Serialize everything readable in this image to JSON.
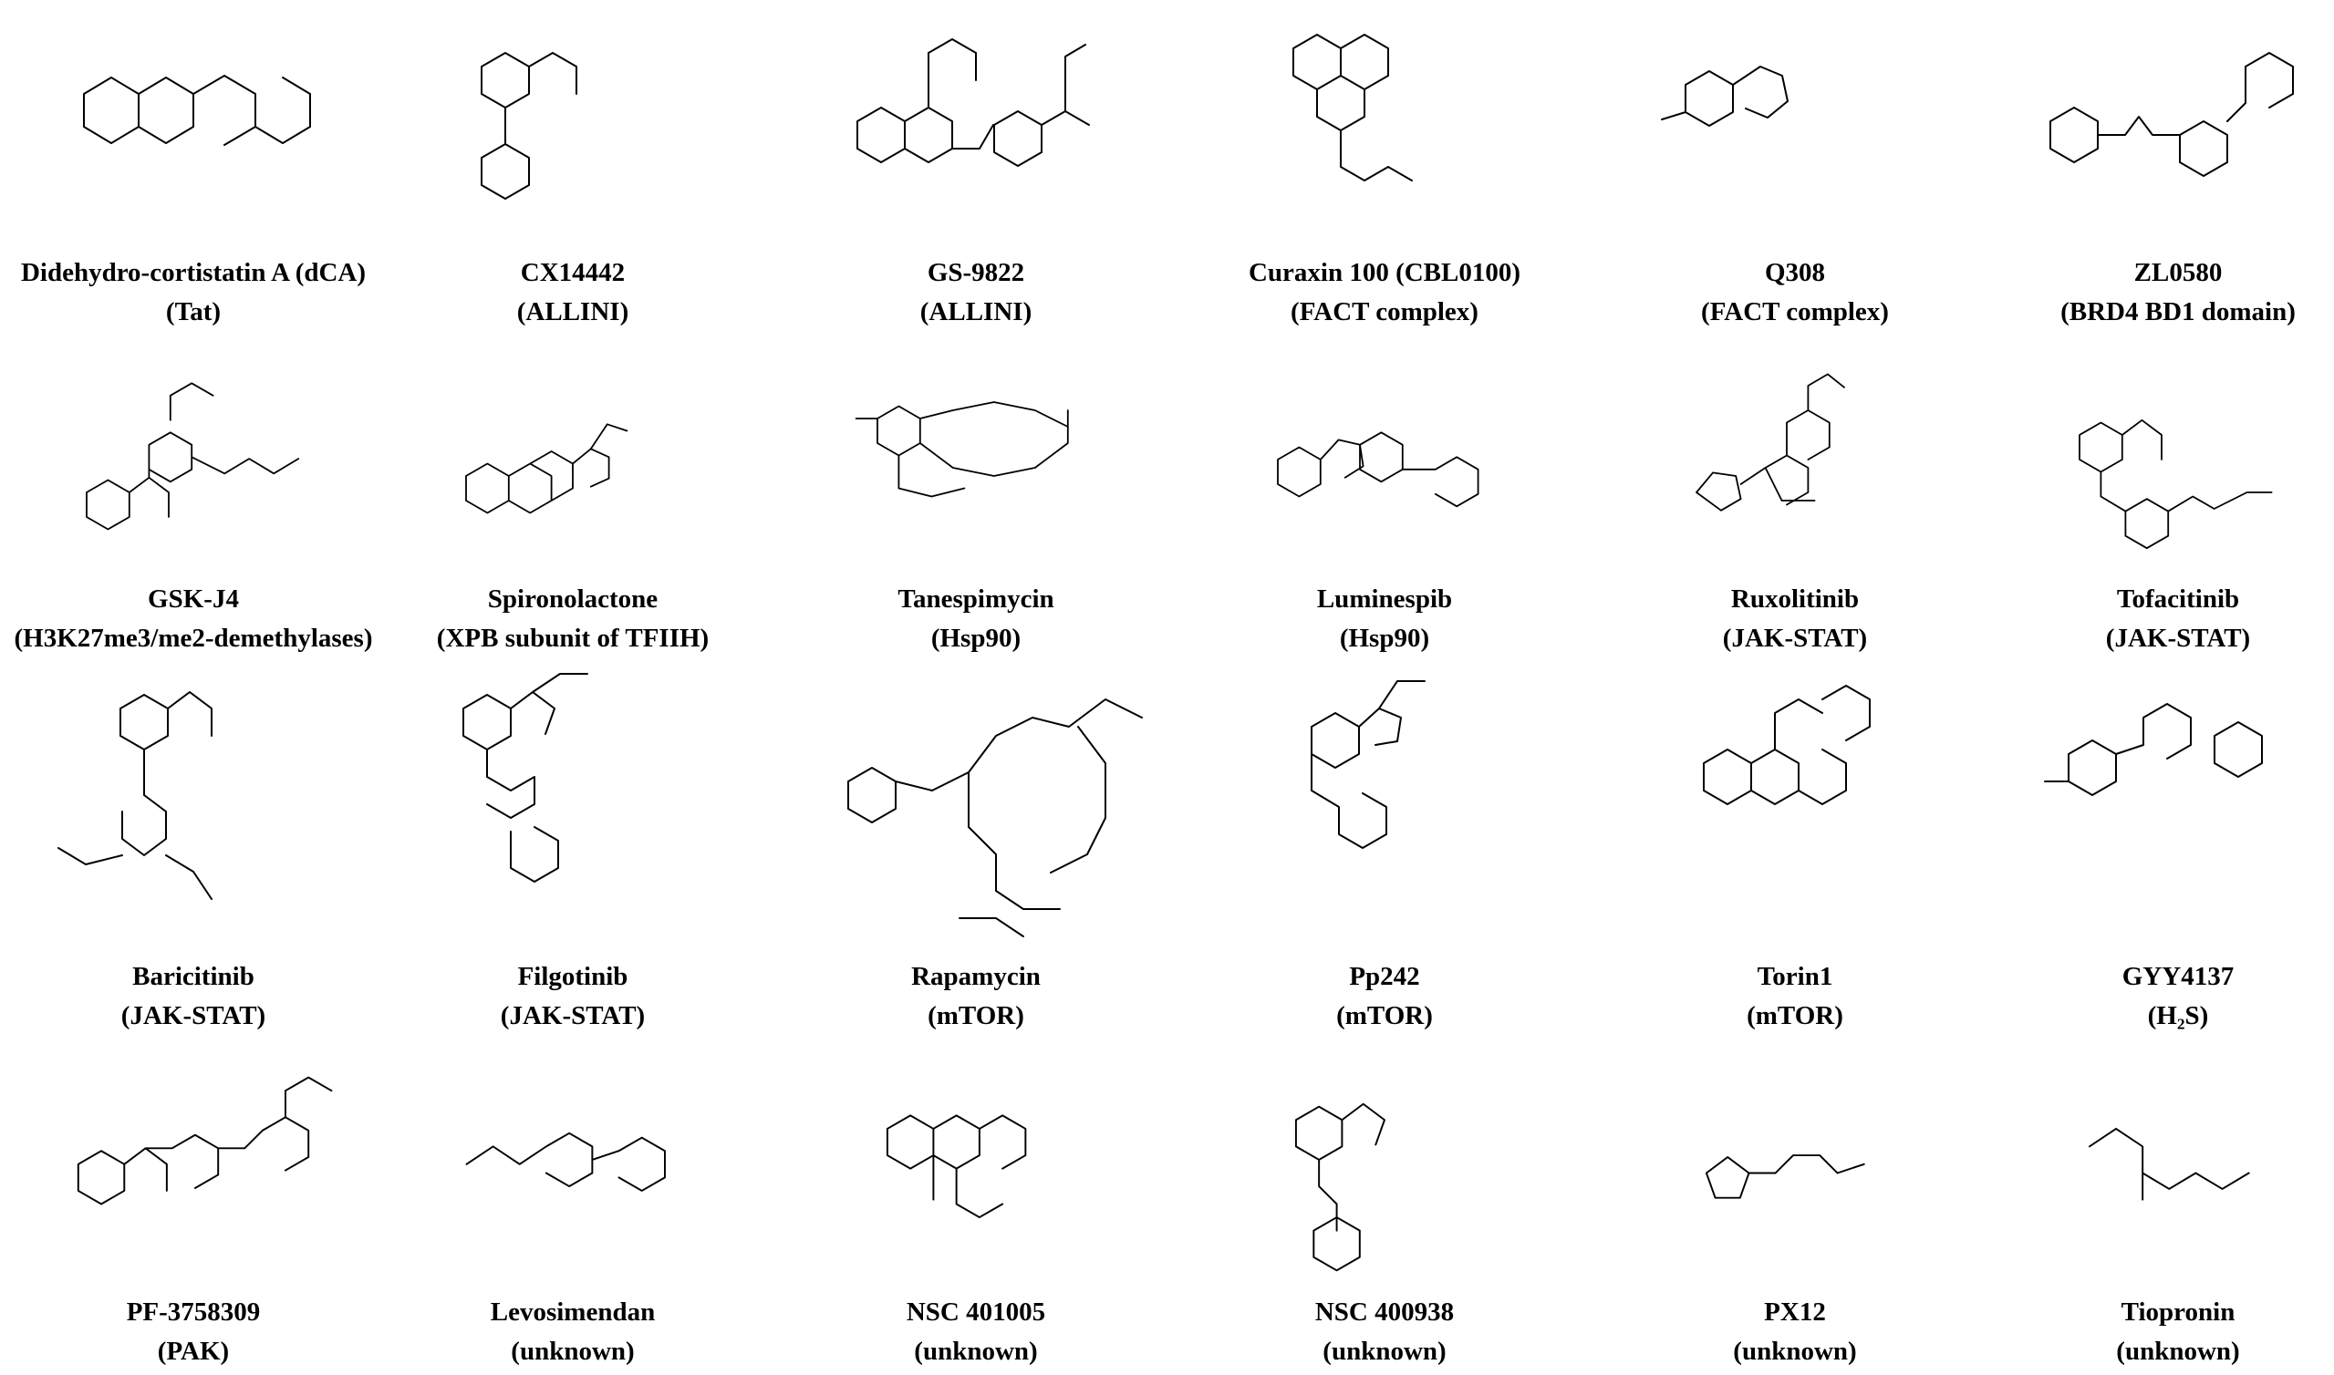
{
  "colors": {
    "background": "#ffffff",
    "ink": "#000000"
  },
  "compounds": [
    {
      "name": "Didehydro-cortistatin A (dCA)",
      "target": "(Tat)"
    },
    {
      "name": "CX14442",
      "target": "(ALLINI)"
    },
    {
      "name": "GS-9822",
      "target": "(ALLINI)"
    },
    {
      "name": "Curaxin 100 (CBL0100)",
      "target": "(FACT complex)"
    },
    {
      "name": "Q308",
      "target": "(FACT complex)"
    },
    {
      "name": "ZL0580",
      "target": "(BRD4 BD1 domain)"
    },
    {
      "name": "GSK-J4",
      "target": "(H3K27me3/me2-demethylases)"
    },
    {
      "name": "Spironolactone",
      "target": "(XPB subunit of TFIIH)"
    },
    {
      "name": "Tanespimycin",
      "target": "(Hsp90)"
    },
    {
      "name": "Luminespib",
      "target": "(Hsp90)"
    },
    {
      "name": "Ruxolitinib",
      "target": "(JAK-STAT)"
    },
    {
      "name": "Tofacitinib",
      "target": "(JAK-STAT)"
    },
    {
      "name": "Baricitinib",
      "target": "(JAK-STAT)"
    },
    {
      "name": "Filgotinib",
      "target": "(JAK-STAT)"
    },
    {
      "name": "Rapamycin",
      "target": "(mTOR)"
    },
    {
      "name": "Pp242",
      "target": "(mTOR)"
    },
    {
      "name": "Torin1",
      "target": "(mTOR)"
    },
    {
      "name": "GYY4137",
      "target": "(H₂S)"
    },
    {
      "name": "PF-3758309",
      "target": "(PAK)"
    },
    {
      "name": "Levosimendan",
      "target": "(unknown)"
    },
    {
      "name": "NSC 401005",
      "target": "(unknown)"
    },
    {
      "name": "NSC 400938",
      "target": "(unknown)"
    },
    {
      "name": "PX12",
      "target": "(unknown)"
    },
    {
      "name": "Tiopronin",
      "target": "(unknown)"
    }
  ]
}
